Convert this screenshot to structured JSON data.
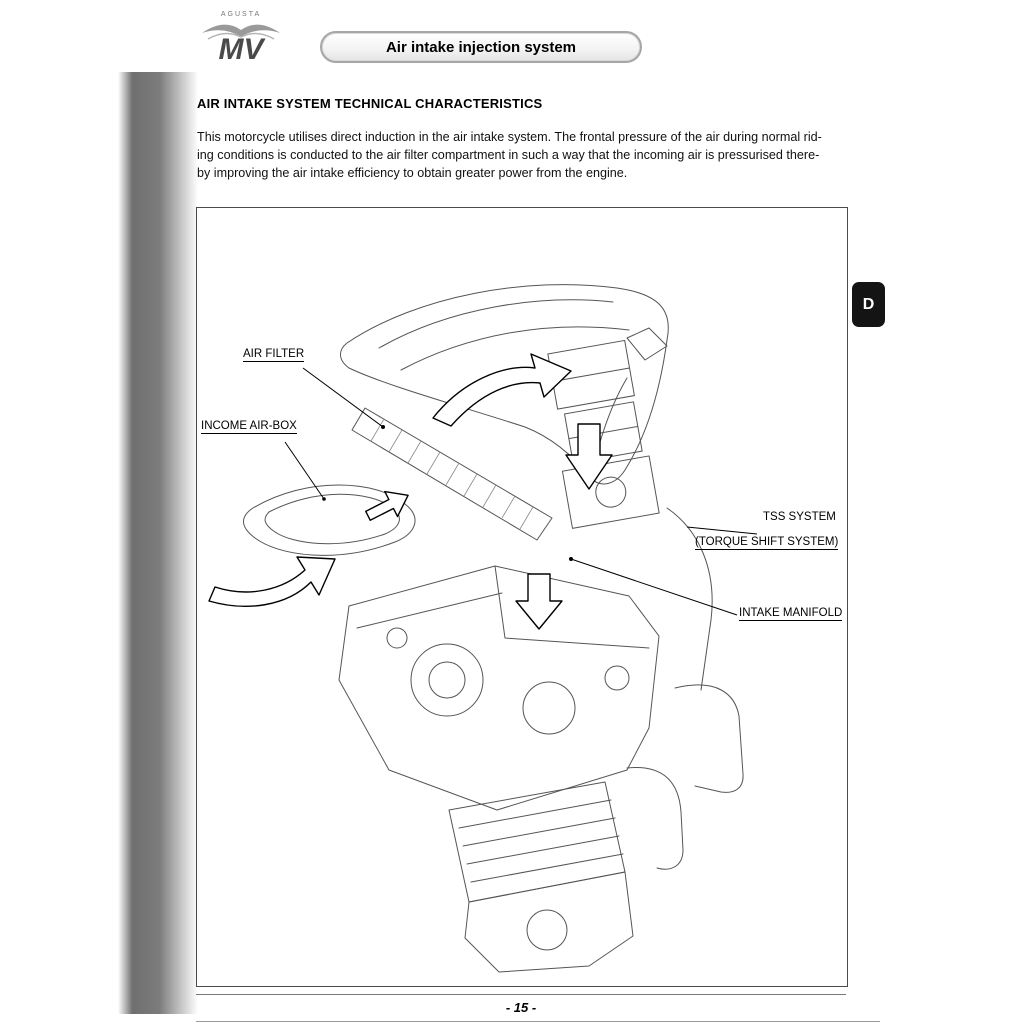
{
  "header": {
    "title": "Air intake injection system",
    "logo_brand": "MV",
    "logo_sub": "AGUSTA"
  },
  "section_tab": {
    "letter": "D"
  },
  "content": {
    "heading": "AIR INTAKE SYSTEM TECHNICAL CHARACTERISTICS",
    "paragraph_lines": [
      "This motorcycle utilises direct induction in the air intake system. The frontal pressure of the air during normal rid-",
      "ing conditions is conducted to the air filter compartment in such a way that the incoming air is pressurised there-",
      "by improving the air intake efficiency to obtain greater power from the engine."
    ]
  },
  "diagram": {
    "labels": {
      "air_filter": "AIR FILTER",
      "income_air_box": "INCOME AIR-BOX",
      "tss_system": "TSS SYSTEM",
      "tss_system_sub": "(TORQUE SHIFT SYSTEM)",
      "intake_manifold": "INTAKE MANIFOLD"
    }
  },
  "footer": {
    "page_number": "- 15 -"
  }
}
